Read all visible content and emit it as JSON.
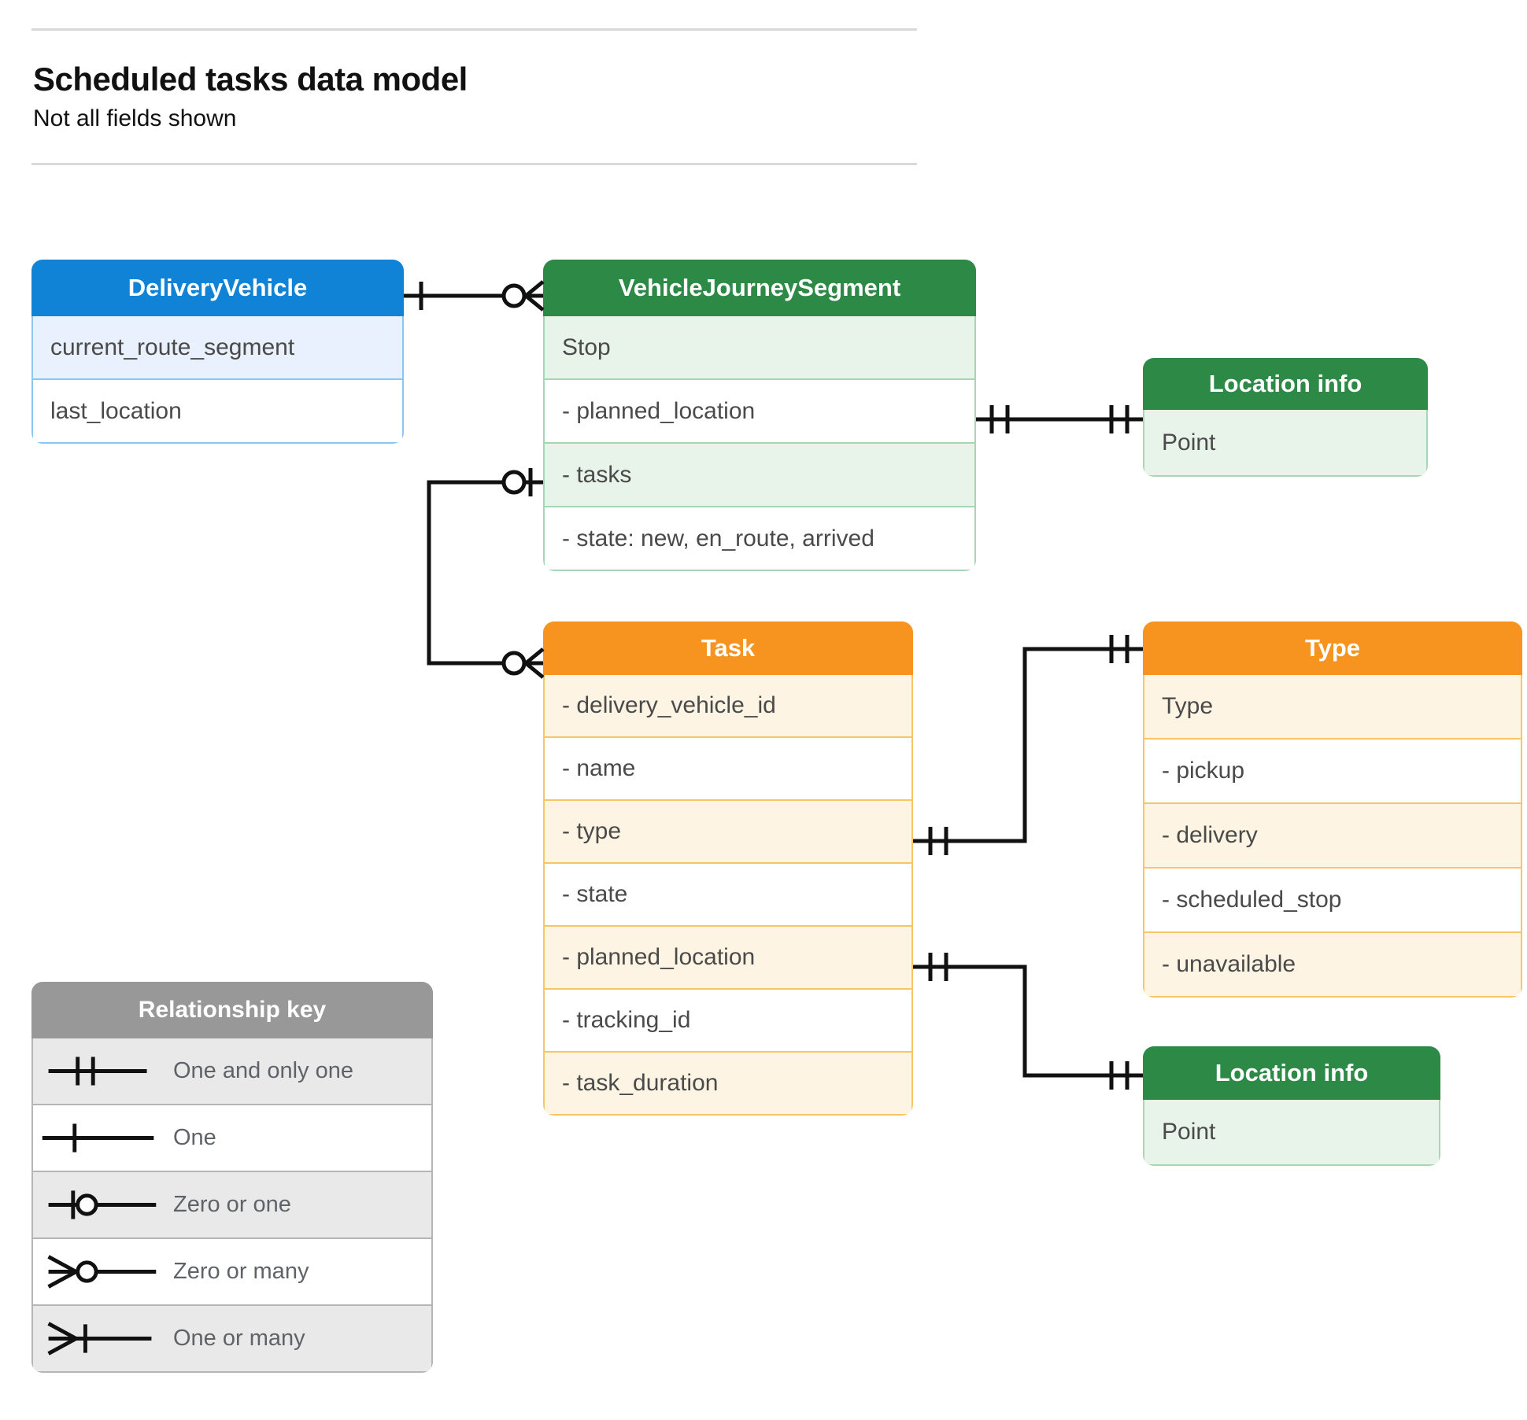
{
  "header": {
    "title": "Scheduled tasks data model",
    "subtitle": "Not all fields shown"
  },
  "colors": {
    "blue_header": "#1183d6",
    "blue_row": "#e8f1fd",
    "blue_border": "#8dc5f0",
    "green_header": "#2d8a46",
    "green_row": "#e8f3ea",
    "green_border": "#a8d5b4",
    "orange_header": "#f79420",
    "orange_row": "#fdf4e4",
    "orange_border": "#f9c468",
    "grey_header": "#989898",
    "grey_row": "#e9e9e9",
    "line": "#000000"
  },
  "entities": {
    "delivery_vehicle": {
      "title": "DeliveryVehicle",
      "rows": [
        "current_route_segment",
        "last_location"
      ]
    },
    "vehicle_journey_segment": {
      "title": "VehicleJourneySegment",
      "rows": [
        "Stop",
        "-  planned_location",
        "- tasks",
        "- state: new, en_route, arrived"
      ]
    },
    "location_info_top": {
      "title": "Location info",
      "rows": [
        "Point"
      ]
    },
    "location_info_bottom": {
      "title": "Location info",
      "rows": [
        "Point"
      ]
    },
    "task": {
      "title": "Task",
      "rows": [
        "- delivery_vehicle_id",
        "- name",
        "- type",
        "- state",
        "- planned_location",
        "- tracking_id",
        "- task_duration"
      ]
    },
    "type": {
      "title": "Type",
      "rows": [
        "Type",
        "-   pickup",
        "-   delivery",
        "-   scheduled_stop",
        "-   unavailable"
      ]
    }
  },
  "legend": {
    "title": "Relationship key",
    "items": [
      {
        "symbol": "one-and-only-one",
        "label": "One and only one"
      },
      {
        "symbol": "one",
        "label": "One"
      },
      {
        "symbol": "zero-or-one",
        "label": "Zero or one"
      },
      {
        "symbol": "zero-or-many",
        "label": "Zero or many"
      },
      {
        "symbol": "one-or-many",
        "label": "One or many"
      }
    ]
  },
  "relationships": [
    {
      "from": "DeliveryVehicle",
      "from_cardinality": "one",
      "to": "VehicleJourneySegment",
      "to_cardinality": "zero or many"
    },
    {
      "from": "VehicleJourneySegment.planned_location",
      "from_cardinality": "one and only one",
      "to": "Location info",
      "to_cardinality": "one and only one"
    },
    {
      "from": "VehicleJourneySegment.tasks",
      "from_cardinality": "zero or one",
      "to": "Task",
      "to_cardinality": "zero or many"
    },
    {
      "from": "Task.type",
      "from_cardinality": "one and only one",
      "to": "Type",
      "to_cardinality": "one and only one"
    },
    {
      "from": "Task.planned_location",
      "from_cardinality": "one and only one",
      "to": "Location info",
      "to_cardinality": "one and only one"
    }
  ]
}
